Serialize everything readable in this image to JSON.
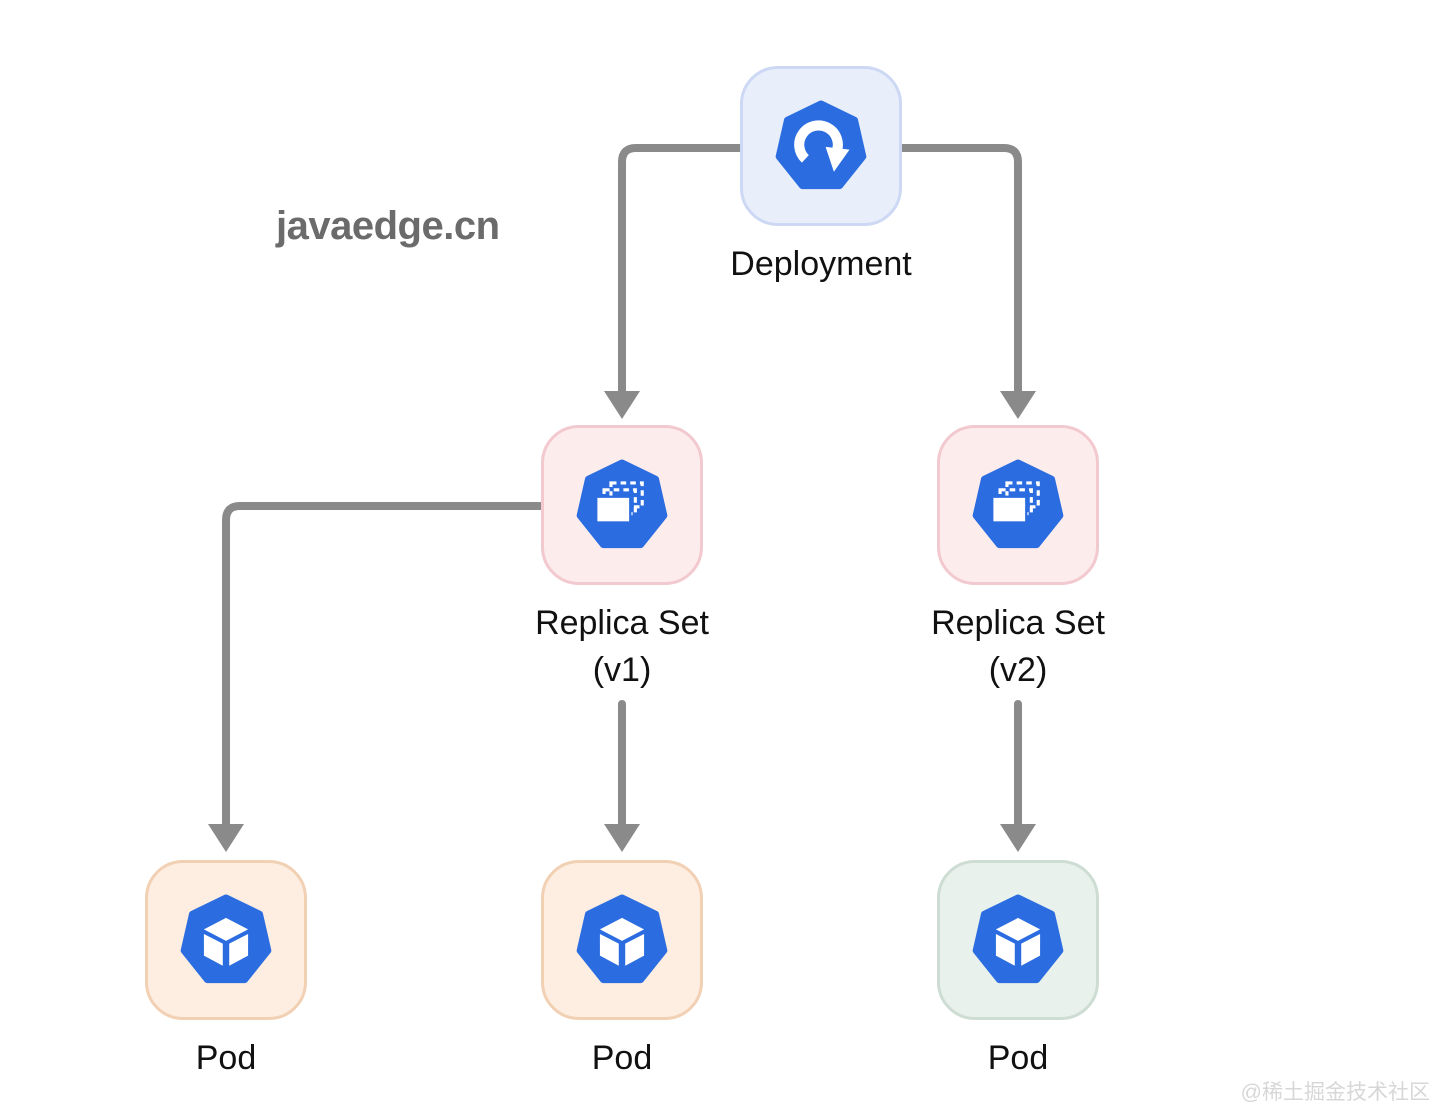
{
  "watermarks": {
    "site": "javaedge.cn",
    "community": "@稀土掘金技术社区"
  },
  "colors": {
    "kubernetes_blue": "#2b6de0",
    "arrow_gray": "#8a8a8a",
    "deployment_fill": "#e9eefb",
    "deployment_border": "#ccd8f4",
    "replicaset_fill": "#fcecec",
    "replicaset_border": "#f2c9ce",
    "pod_orange_fill": "#fdeee1",
    "pod_orange_border": "#f2d0b4",
    "pod_green_fill": "#e9f1ec",
    "pod_green_border": "#cdddd3",
    "label_text": "#111111",
    "site_watermark_text": "#6b6b6b",
    "community_watermark_text": "#d7d7d7"
  },
  "nodes": [
    {
      "id": "deployment",
      "label": "Deployment",
      "sublabel": "",
      "icon": "deployment-icon",
      "variant": "blue"
    },
    {
      "id": "replicaset-v1",
      "label": "Replica Set",
      "sublabel": "(v1)",
      "icon": "replicaset-icon",
      "variant": "pink"
    },
    {
      "id": "replicaset-v2",
      "label": "Replica Set",
      "sublabel": "(v2)",
      "icon": "replicaset-icon",
      "variant": "pink"
    },
    {
      "id": "pod-1",
      "label": "Pod",
      "sublabel": "",
      "icon": "pod-icon",
      "variant": "orange"
    },
    {
      "id": "pod-2",
      "label": "Pod",
      "sublabel": "",
      "icon": "pod-icon",
      "variant": "orange"
    },
    {
      "id": "pod-3",
      "label": "Pod",
      "sublabel": "",
      "icon": "pod-icon",
      "variant": "green"
    }
  ],
  "edges": [
    {
      "from": "deployment",
      "to": "replicaset-v1"
    },
    {
      "from": "deployment",
      "to": "replicaset-v2"
    },
    {
      "from": "replicaset-v1",
      "to": "pod-1"
    },
    {
      "from": "replicaset-v1",
      "to": "pod-2"
    },
    {
      "from": "replicaset-v2",
      "to": "pod-3"
    }
  ]
}
